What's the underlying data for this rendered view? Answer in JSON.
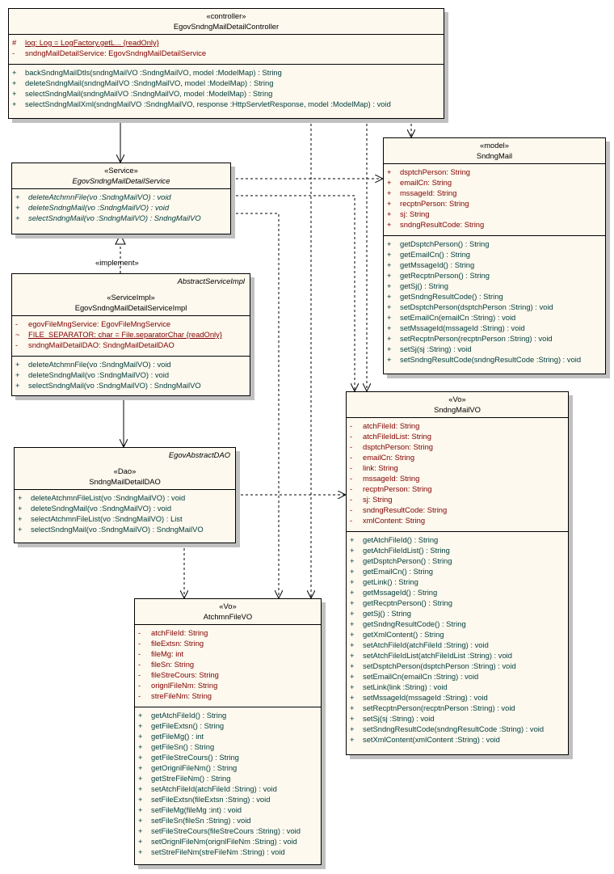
{
  "diagram": {
    "classes": {
      "controller": {
        "stereotype": "«controller»",
        "name": "EgovSndngMailDetailController",
        "attributes": [
          {
            "vis": "#",
            "text": "log:  Log = LogFactory.getL... {readOnly}",
            "static": true
          },
          {
            "vis": "-",
            "text": "sndngMailDetailService:  EgovSndngMailDetailService",
            "static": false
          }
        ],
        "operations": [
          {
            "vis": "+",
            "text": "backSndngMailDtls(sndngMailVO :SndngMailVO, model :ModelMap) : String"
          },
          {
            "vis": "+",
            "text": "deleteSndngMail(sndngMailVO :SndngMailVO, model :ModelMap) : String"
          },
          {
            "vis": "+",
            "text": "selectSndngMail(sndngMailVO :SndngMailVO, model :ModelMap) : String"
          },
          {
            "vis": "+",
            "text": "selectSndngMailXml(sndngMailVO :SndngMailVO, response :HttpServletResponse, model :ModelMap) : void"
          }
        ]
      },
      "service": {
        "stereotype": "«Service»",
        "name": "EgovSndngMailDetailService",
        "operations": [
          {
            "vis": "+",
            "text": "deleteAtchmnFile(vo :SndngMailVO) : void"
          },
          {
            "vis": "+",
            "text": "deleteSndngMail(vo :SndngMailVO) : void"
          },
          {
            "vis": "+",
            "text": "selectSndngMail(vo :SndngMailVO) : SndngMailVO"
          }
        ]
      },
      "serviceImpl": {
        "parent": "AbstractServiceImpl",
        "stereotype": "«ServiceImpl»",
        "name": "EgovSndngMailDetailServiceImpl",
        "attributes": [
          {
            "vis": "-",
            "text": "egovFileMngService:  EgovFileMngService",
            "static": false
          },
          {
            "vis": "~",
            "text": "FILE_SEPARATOR:  char = File.separatorChar {readOnly}",
            "static": true
          },
          {
            "vis": "-",
            "text": "sndngMailDetailDAO:  SndngMailDetailDAO",
            "static": false
          }
        ],
        "operations": [
          {
            "vis": "+",
            "text": "deleteAtchmnFile(vo :SndngMailVO) : void"
          },
          {
            "vis": "+",
            "text": "deleteSndngMail(vo :SndngMailVO) : void"
          },
          {
            "vis": "+",
            "text": "selectSndngMail(vo :SndngMailVO) : SndngMailVO"
          }
        ]
      },
      "dao": {
        "parent": "EgovAbstractDAO",
        "stereotype": "«Dao»",
        "name": "SndngMailDetailDAO",
        "operations": [
          {
            "vis": "+",
            "text": "deleteAtchmnFileList(vo :SndngMailVO) : void"
          },
          {
            "vis": "+",
            "text": "deleteSndngMail(vo :SndngMailVO) : void"
          },
          {
            "vis": "+",
            "text": "selectAtchmnFileList(vo :SndngMailVO) : List"
          },
          {
            "vis": "+",
            "text": "selectSndngMail(vo :SndngMailVO) : SndngMailVO"
          }
        ]
      },
      "model": {
        "stereotype": "«model»",
        "name": "SndngMail",
        "attributes": [
          {
            "vis": "+",
            "text": "dsptchPerson:  String"
          },
          {
            "vis": "+",
            "text": "emailCn:  String"
          },
          {
            "vis": "+",
            "text": "mssageId:  String"
          },
          {
            "vis": "+",
            "text": "recptnPerson:  String"
          },
          {
            "vis": "+",
            "text": "sj:  String"
          },
          {
            "vis": "+",
            "text": "sndngResultCode:  String"
          }
        ],
        "operations": [
          {
            "vis": "+",
            "text": "getDsptchPerson() : String"
          },
          {
            "vis": "+",
            "text": "getEmailCn() : String"
          },
          {
            "vis": "+",
            "text": "getMssageId() : String"
          },
          {
            "vis": "+",
            "text": "getRecptnPerson() : String"
          },
          {
            "vis": "+",
            "text": "getSj() : String"
          },
          {
            "vis": "+",
            "text": "getSndngResultCode() : String"
          },
          {
            "vis": "+",
            "text": "setDsptchPerson(dsptchPerson :String) : void"
          },
          {
            "vis": "+",
            "text": "setEmailCn(emailCn :String) : void"
          },
          {
            "vis": "+",
            "text": "setMssageId(mssageId :String) : void"
          },
          {
            "vis": "+",
            "text": "setRecptnPerson(recptnPerson :String) : void"
          },
          {
            "vis": "+",
            "text": "setSj(sj :String) : void"
          },
          {
            "vis": "+",
            "text": "setSndngResultCode(sndngResultCode :String) : void"
          }
        ]
      },
      "sndngMailVO": {
        "stereotype": "«Vo»",
        "name": "SndngMailVO",
        "attributes": [
          {
            "vis": "-",
            "text": "atchFileId:  String"
          },
          {
            "vis": "-",
            "text": "atchFileIdList:  String"
          },
          {
            "vis": "-",
            "text": "dsptchPerson:  String"
          },
          {
            "vis": "-",
            "text": "emailCn:  String"
          },
          {
            "vis": "-",
            "text": "link:  String"
          },
          {
            "vis": "-",
            "text": "mssageId:  String"
          },
          {
            "vis": "-",
            "text": "recptnPerson:  String"
          },
          {
            "vis": "-",
            "text": "sj:  String"
          },
          {
            "vis": "-",
            "text": "sndngResultCode:  String"
          },
          {
            "vis": "-",
            "text": "xmlContent:  String"
          }
        ],
        "operations": [
          {
            "vis": "+",
            "text": "getAtchFileId() : String"
          },
          {
            "vis": "+",
            "text": "getAtchFileIdList() : String"
          },
          {
            "vis": "+",
            "text": "getDsptchPerson() : String"
          },
          {
            "vis": "+",
            "text": "getEmailCn() : String"
          },
          {
            "vis": "+",
            "text": "getLink() : String"
          },
          {
            "vis": "+",
            "text": "getMssageId() : String"
          },
          {
            "vis": "+",
            "text": "getRecptnPerson() : String"
          },
          {
            "vis": "+",
            "text": "getSj() : String"
          },
          {
            "vis": "+",
            "text": "getSndngResultCode() : String"
          },
          {
            "vis": "+",
            "text": "getXmlContent() : String"
          },
          {
            "vis": "+",
            "text": "setAtchFileId(atchFileId :String) : void"
          },
          {
            "vis": "+",
            "text": "setAtchFileIdList(atchFileIdList :String) : void"
          },
          {
            "vis": "+",
            "text": "setDsptchPerson(dsptchPerson :String) : void"
          },
          {
            "vis": "+",
            "text": "setEmailCn(emailCn :String) : void"
          },
          {
            "vis": "+",
            "text": "setLink(link :String) : void"
          },
          {
            "vis": "+",
            "text": "setMssageId(mssageId :String) : void"
          },
          {
            "vis": "+",
            "text": "setRecptnPerson(recptnPerson :String) : void"
          },
          {
            "vis": "+",
            "text": "setSj(sj :String) : void"
          },
          {
            "vis": "+",
            "text": "setSndngResultCode(sndngResultCode :String) : void"
          },
          {
            "vis": "+",
            "text": "setXmlContent(xmlContent :String) : void"
          }
        ]
      },
      "atchmnFileVO": {
        "stereotype": "«Vo»",
        "name": "AtchmnFileVO",
        "attributes": [
          {
            "vis": "-",
            "text": "atchFileId:  String"
          },
          {
            "vis": "-",
            "text": "fileExtsn:  String"
          },
          {
            "vis": "-",
            "text": "fileMg:  int"
          },
          {
            "vis": "-",
            "text": "fileSn:  String"
          },
          {
            "vis": "-",
            "text": "fileStreCours:  String"
          },
          {
            "vis": "-",
            "text": "orignlFileNm:  String"
          },
          {
            "vis": "-",
            "text": "streFileNm:  String"
          }
        ],
        "operations": [
          {
            "vis": "+",
            "text": "getAtchFileId() : String"
          },
          {
            "vis": "+",
            "text": "getFileExtsn() : String"
          },
          {
            "vis": "+",
            "text": "getFileMg() : int"
          },
          {
            "vis": "+",
            "text": "getFileSn() : String"
          },
          {
            "vis": "+",
            "text": "getFileStreCours() : String"
          },
          {
            "vis": "+",
            "text": "getOrignlFileNm() : String"
          },
          {
            "vis": "+",
            "text": "getStreFileNm() : String"
          },
          {
            "vis": "+",
            "text": "setAtchFileId(atchFileId :String) : void"
          },
          {
            "vis": "+",
            "text": "setFileExtsn(fileExtsn :String) : void"
          },
          {
            "vis": "+",
            "text": "setFileMg(fileMg :int) : void"
          },
          {
            "vis": "+",
            "text": "setFileSn(fileSn :String) : void"
          },
          {
            "vis": "+",
            "text": "setFileStreCours(fileStreCours :String) : void"
          },
          {
            "vis": "+",
            "text": "setOrignlFileNm(orignlFileNm :String) : void"
          },
          {
            "vis": "+",
            "text": "setStreFileNm(streFileNm :String) : void"
          }
        ]
      }
    },
    "relations": {
      "implement_label": "«implement»"
    },
    "colors": {
      "class_fill": "#fdf9ee",
      "attribute_text": "#800000",
      "operation_text": "#003c3c",
      "shadow": "#c0c0c0"
    }
  }
}
